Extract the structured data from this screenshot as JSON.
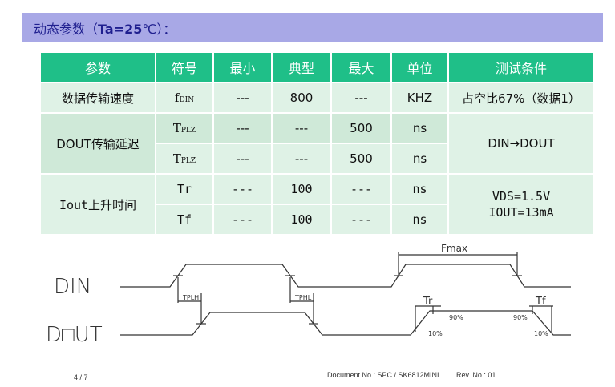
{
  "banner": {
    "prefix": "动态参数（",
    "param": "Ta=25",
    "unit": "℃）：",
    "bg_color": "#a8a8e6",
    "text_color": "#1f1f8f"
  },
  "table": {
    "header_color": "#1fbf88",
    "headers": [
      "参数",
      "符号",
      "最小",
      "典型",
      "最大",
      "单位",
      "测试条件"
    ],
    "rows": {
      "speed": {
        "param": "数据传输速度",
        "symbol_main": "f",
        "symbol_sub": "DIN",
        "min": "---",
        "typ": "800",
        "max": "---",
        "unit": "KHZ",
        "condition": "占空比67%（数据1）"
      },
      "delay": {
        "param": "DOUT传输延迟",
        "condition": "DIN→DOUT",
        "sub1": {
          "symbol_main": "T",
          "symbol_sub": "PLZ",
          "min": "---",
          "typ": "---",
          "max": "500",
          "unit": "ns"
        },
        "sub2": {
          "symbol_main": "T",
          "symbol_sub": "PLZ",
          "min": "---",
          "typ": "---",
          "max": "500",
          "unit": "ns"
        }
      },
      "iout": {
        "param": "Iout上升时间",
        "condition_line1": "VDS=1.5V",
        "condition_line2": "IOUT=13mA",
        "sub1": {
          "symbol": "Tr",
          "min": "---",
          "typ": "100",
          "max": "---",
          "unit": "ns"
        },
        "sub2": {
          "symbol": "Tf",
          "min": "---",
          "typ": "100",
          "max": "---",
          "unit": "ns"
        }
      }
    }
  },
  "timing_diagram": {
    "signal_din": "DIN",
    "signal_dout": "D□UT",
    "label_fmax": "Fmax",
    "label_tplh": "TPLH",
    "label_tphl": "TPHL",
    "label_tr": "Tr",
    "label_tf": "Tf",
    "label_90_a": "90%",
    "label_90_b": "90%",
    "label_10_a": "10%",
    "label_10_b": "10%"
  },
  "footer": {
    "page": "4 / 7",
    "document": "Document No.: SPC / SK6812MINI",
    "revision": "Rev. No.: 01"
  }
}
